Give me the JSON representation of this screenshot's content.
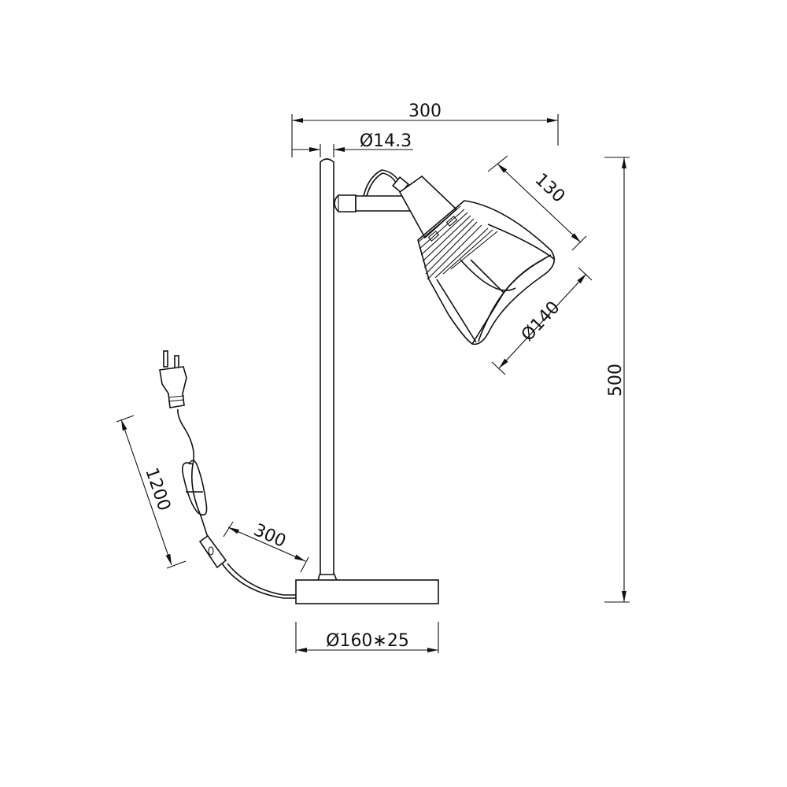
{
  "title": "Table lamp dimension drawing",
  "colors": {
    "line": "#111111",
    "background": "#ffffff"
  },
  "dimensions": {
    "overall_width": "300",
    "pole_diameter": "Ø14.3",
    "shade_length": "130",
    "shade_diameter": "Ø140",
    "overall_height": "500",
    "cord_length": "1200",
    "switch_distance": "300",
    "base_size": "Ø160∗25"
  }
}
